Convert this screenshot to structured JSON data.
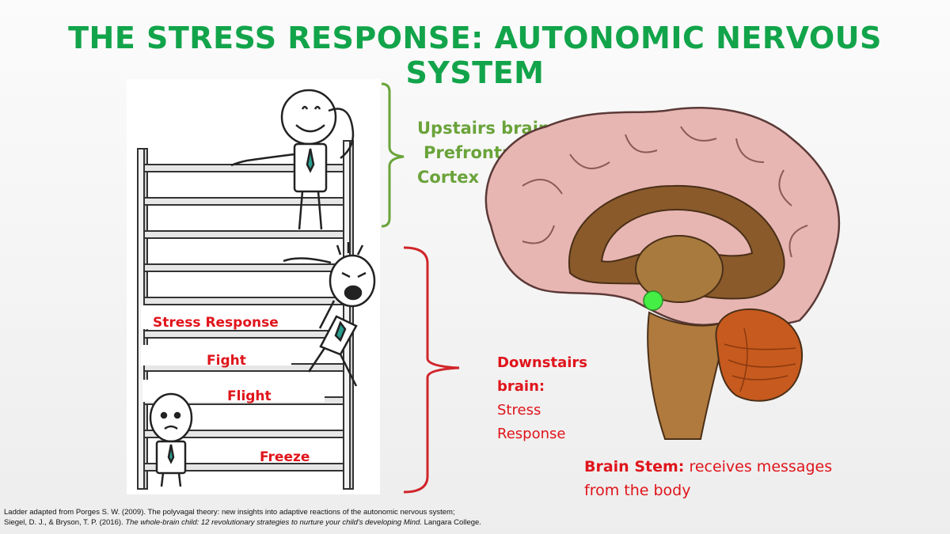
{
  "title": "THE STRESS RESPONSE: AUTONOMIC NERVOUS SYSTEM",
  "ladder_labels": {
    "stress_response": "Stress Response",
    "fight": "Fight",
    "flight": "Flight",
    "freeze": "Freeze"
  },
  "upstairs": {
    "line1": "Upstairs brain",
    "line2": "Prefrontal",
    "line3": "Cortex"
  },
  "downstairs": {
    "line1": "Downstairs",
    "line2": "brain:",
    "line3": "Stress",
    "line4": "Response"
  },
  "brain_stem": {
    "heading": "Brain Stem:",
    "text1": "receives messages",
    "text2": "from the body"
  },
  "footer": {
    "line1": "Ladder adapted from Porges S. W. (2009). The polyvagal theory: new insights into adaptive reactions of the autonomic nervous system;",
    "line2_pre": "Siegel, D. J., & Bryson, T. P. (2016). ",
    "line2_italic": "The whole-brain child: 12 revolutionary strategies to nurture your child's developing Mind.",
    "line2_post": " Langara College."
  },
  "colors": {
    "title": "#12a44a",
    "upstairs_green": "#6aa33a",
    "downstairs_red": "#e0141b",
    "cortex_pink": "#e8b6b2",
    "cerebellum_orange": "#c75a1e",
    "amygdala_green": "#44ee44"
  },
  "icons": [
    "ladder-illustration",
    "happy-stick-figure",
    "angry-stick-figure",
    "scared-stick-figure",
    "brain-illustration",
    "amygdala-highlight"
  ]
}
